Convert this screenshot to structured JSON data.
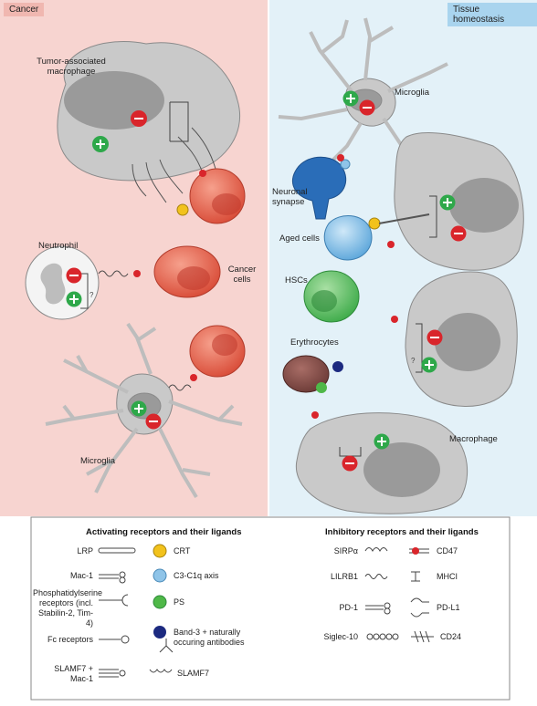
{
  "panels": {
    "left_tag": "Cancer",
    "right_tag": "Tissue homeostasis"
  },
  "colors": {
    "cancer_bg": "#f7d4d0",
    "homeostasis_bg": "#e3f1f8",
    "cell_grey": "#c9c9c9",
    "nucleus_grey": "#9a9a9a",
    "activating_green": "#2ea84a",
    "inhibitory_red": "#d9252b",
    "crt_yellow": "#f2c21c",
    "c3_blue": "#8fc4e8",
    "ps_green": "#4fb848",
    "band3_navy": "#1c2a80",
    "cancer_cell": "#e8604a"
  },
  "labels": {
    "tam": "Tumor-associated macrophage",
    "neutrophil": "Neutrophil",
    "cancer_cells": "Cancer cells",
    "microglia_left": "Microglia",
    "microglia_right": "Microglia",
    "neuronal_synapse": "Neuronal synapse",
    "aged_cells": "Aged cells",
    "hscs": "HSCs",
    "erythrocytes": "Erythrocytes",
    "macrophage": "Macrophage"
  },
  "legend": {
    "activating_title": "Activating receptors and their ligands",
    "inhibitory_title": "Inhibitory receptors and their ligands",
    "activating": [
      {
        "receptor": "LRP",
        "ligand": "CRT"
      },
      {
        "receptor": "Mac-1",
        "ligand": "C3-C1q axis"
      },
      {
        "receptor": "Phosphatidylserine receptors (incl. Stabilin-2, Tim-4)",
        "ligand": "PS"
      },
      {
        "receptor": "Fc receptors",
        "ligand": "Band-3 + naturally occuring antibodies"
      },
      {
        "receptor": "SLAMF7 + Mac-1",
        "ligand": "SLAMF7"
      }
    ],
    "inhibitory": [
      {
        "receptor": "SIRPα",
        "ligand": "CD47"
      },
      {
        "receptor": "LILRB1",
        "ligand": "MHCI"
      },
      {
        "receptor": "PD-1",
        "ligand": "PD-L1"
      },
      {
        "receptor": "Siglec-10",
        "ligand": "CD24"
      }
    ]
  }
}
